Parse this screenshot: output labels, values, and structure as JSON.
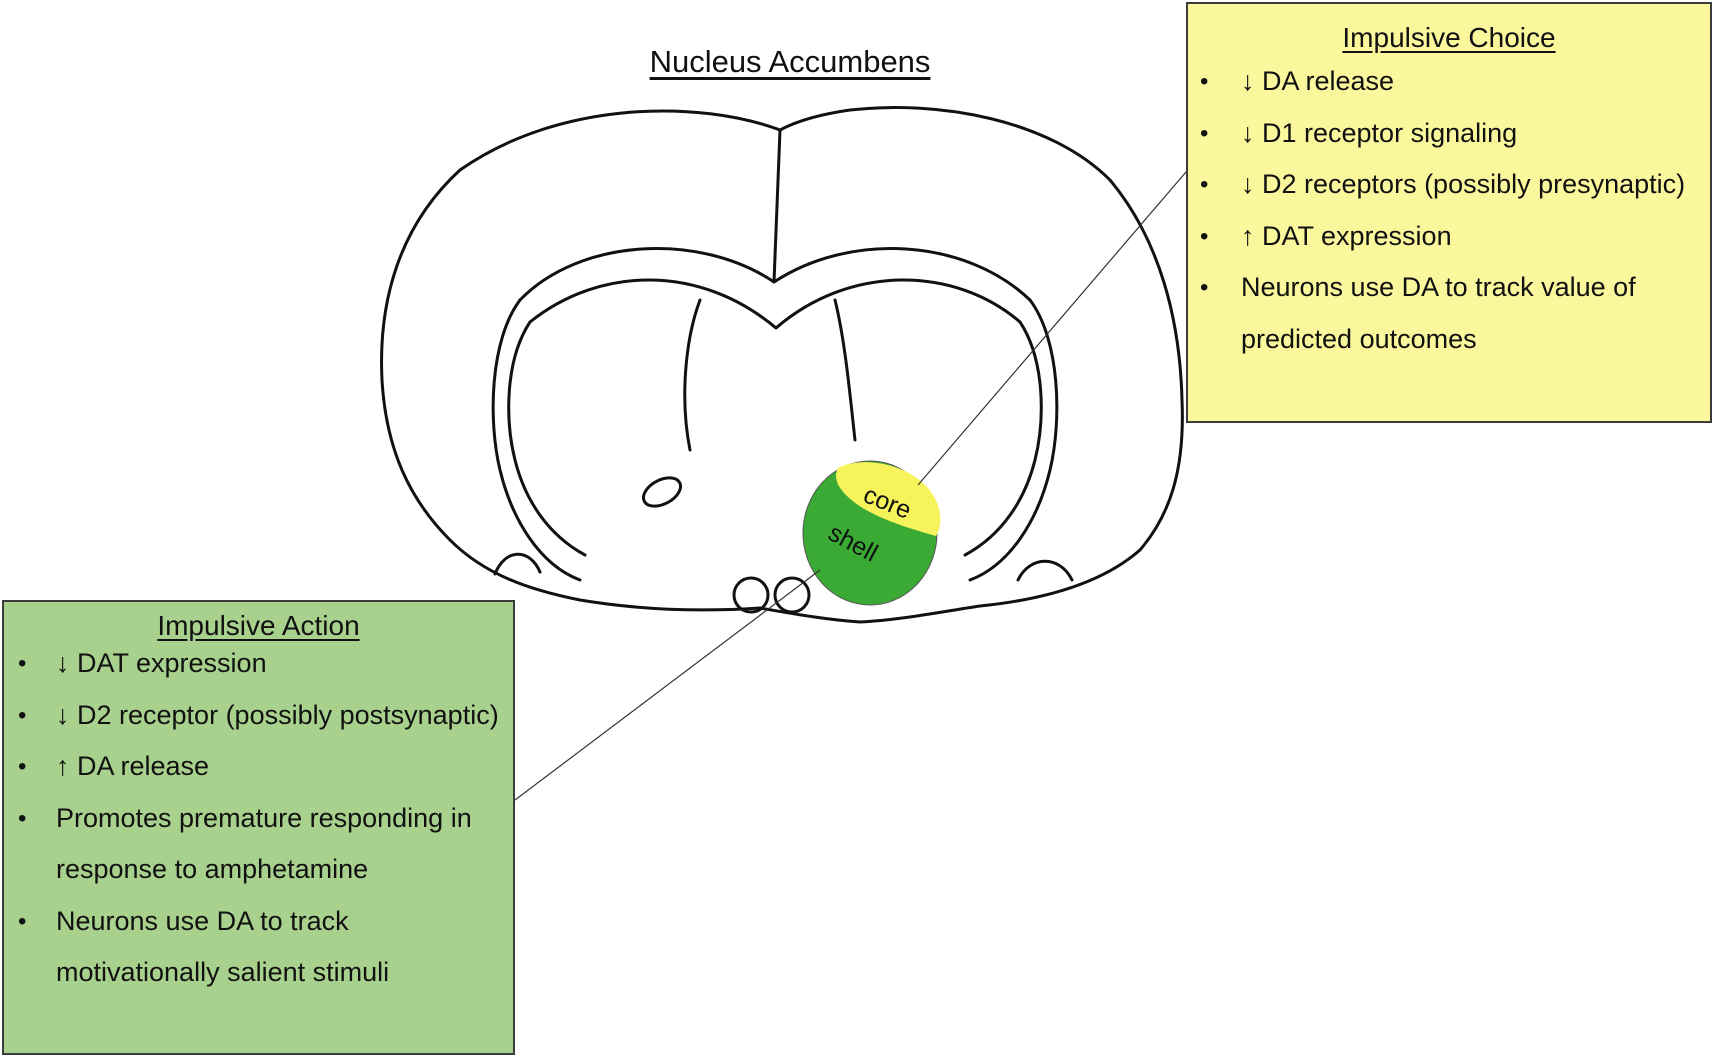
{
  "title": "Nucleus Accumbens",
  "regions": {
    "core": "core",
    "shell": "shell"
  },
  "impulsive_choice": {
    "heading": "Impulsive Choice",
    "items": [
      "↓ DA release",
      "↓ D1 receptor signaling",
      "↓ D2 receptors (possibly presynaptic)",
      "↑ DAT expression",
      "Neurons use DA to track value of predicted outcomes"
    ]
  },
  "impulsive_action": {
    "heading": "Impulsive Action",
    "items": [
      "↓ DAT expression",
      "↓ D2 receptor (possibly postsynaptic)",
      "↑ DA release",
      "Promotes premature responding in response to amphetamine",
      "Neurons use DA to track motivationally salient stimuli"
    ]
  },
  "colors": {
    "choice_box": "#fbf79d",
    "action_box": "#a9d18e",
    "core": "#f7f35b",
    "shell": "#3aaa35"
  }
}
